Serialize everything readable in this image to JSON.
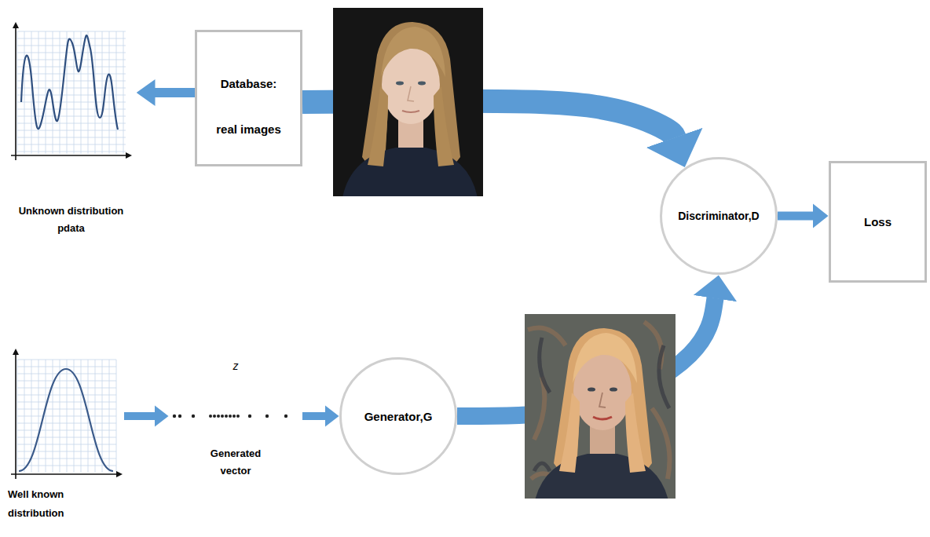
{
  "diagram": {
    "nodes": [
      {
        "text": [
          "Database: real images"
        ]
      },
      {
        "text": [
          "Unknown distribution pdata"
        ]
      },
      {
        "text": [
          "Discriminator,D"
        ]
      },
      {
        "text": [
          "Loss"
        ]
      },
      {
        "text": [
          "Well known distribution"
        ]
      },
      {
        "text": [
          "z",
          "Generated vector"
        ]
      },
      {
        "text": [
          "Generator,G"
        ]
      }
    ],
    "edges": [
      {
        "from": 0,
        "to": 1,
        "arrow": "to"
      },
      {
        "from": 0,
        "to": 2,
        "arrow": "to"
      },
      {
        "from": 2,
        "to": 3,
        "arrow": "to"
      },
      {
        "from": 4,
        "to": 5,
        "arrow": "to"
      },
      {
        "from": 5,
        "to": 6,
        "arrow": "to"
      },
      {
        "from": 6,
        "to": 2,
        "arrow": "to"
      }
    ]
  }
}
